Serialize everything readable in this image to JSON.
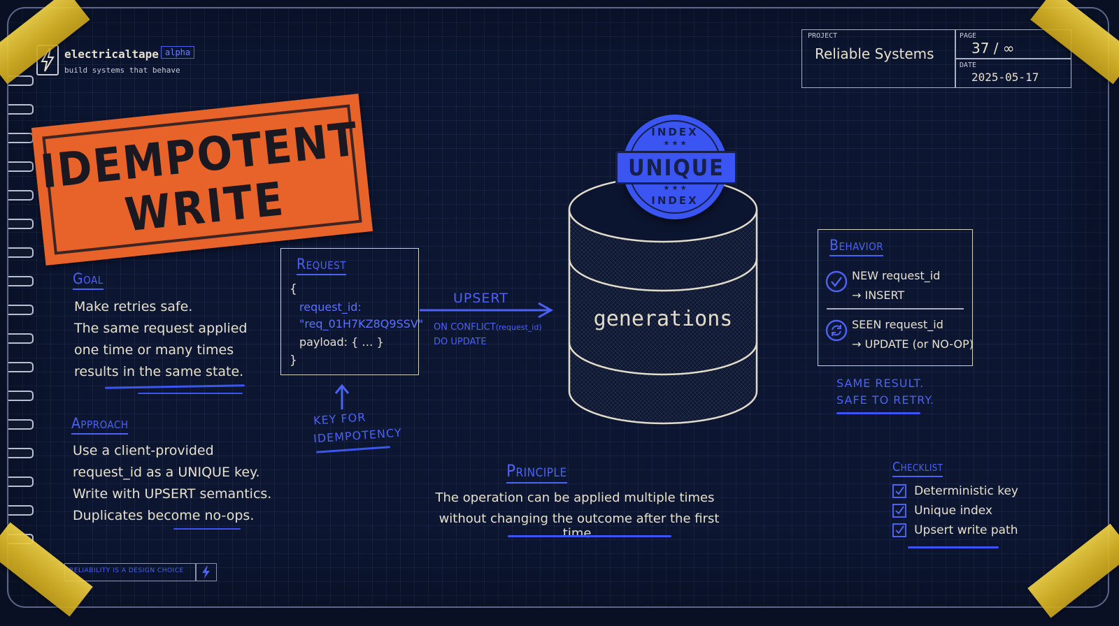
{
  "brand": {
    "name": "electricaltape",
    "badge": "alpha",
    "tagline": "build systems that behave"
  },
  "meta": {
    "project_label": "PROJECT",
    "project_value": "Reliable Systems",
    "page_label": "PAGE",
    "page_value": "37 / ∞",
    "date_label": "DATE",
    "date_value": "2025-05-17"
  },
  "stamp": {
    "line1": "IDEMPOTENT",
    "line2": "WRITE"
  },
  "goal": {
    "heading": "Goal",
    "lines": [
      "Make retries safe.",
      "The same request applied",
      "one time or many times",
      "results in the same state."
    ]
  },
  "approach": {
    "heading": "Approach",
    "lines": [
      "Use a client-provided",
      "request_id as a UNIQUE key.",
      "Write with UPSERT semantics.",
      "Duplicates become no-ops."
    ]
  },
  "request": {
    "heading": "Request",
    "open_brace": "{",
    "key": "request_id:",
    "value": "\"req_01H7KZ8Q9SSV\"",
    "payload": "payload: { … }",
    "close_brace": "}",
    "annotation_line1": "KEY FOR",
    "annotation_line2": "IDEMPOTENCY"
  },
  "upsert": {
    "label": "UPSERT",
    "sub1_a": "ON CONFLICT",
    "sub1_b": "(request_id)",
    "sub2": "DO UPDATE"
  },
  "database": {
    "label": "generations",
    "badge_top": "INDEX",
    "badge_main": "UNIQUE",
    "badge_bottom": "INDEX"
  },
  "behavior": {
    "heading": "Behavior",
    "row1_title": "NEW request_id",
    "row1_result": "→ INSERT",
    "row2_title": "SEEN request_id",
    "row2_result": "→ UPDATE (or NO-OP)",
    "note1": "SAME RESULT.",
    "note2": "SAFE TO RETRY."
  },
  "principle": {
    "heading": "Principle",
    "line1": "The operation can be applied multiple times",
    "line2": "without changing the outcome after the first time."
  },
  "checklist": {
    "heading": "Checklist",
    "items": [
      "Deterministic key",
      "Unique index",
      "Upsert write path"
    ]
  },
  "footer": {
    "label": "RELIABILITY IS A DESIGN CHOICE"
  },
  "colors": {
    "accent_blue": "#4d62f2",
    "stamp_orange": "#e8632a",
    "tape_yellow": "#e3c233",
    "ink_cream": "#e7e0cc",
    "board": "#0c1631"
  }
}
